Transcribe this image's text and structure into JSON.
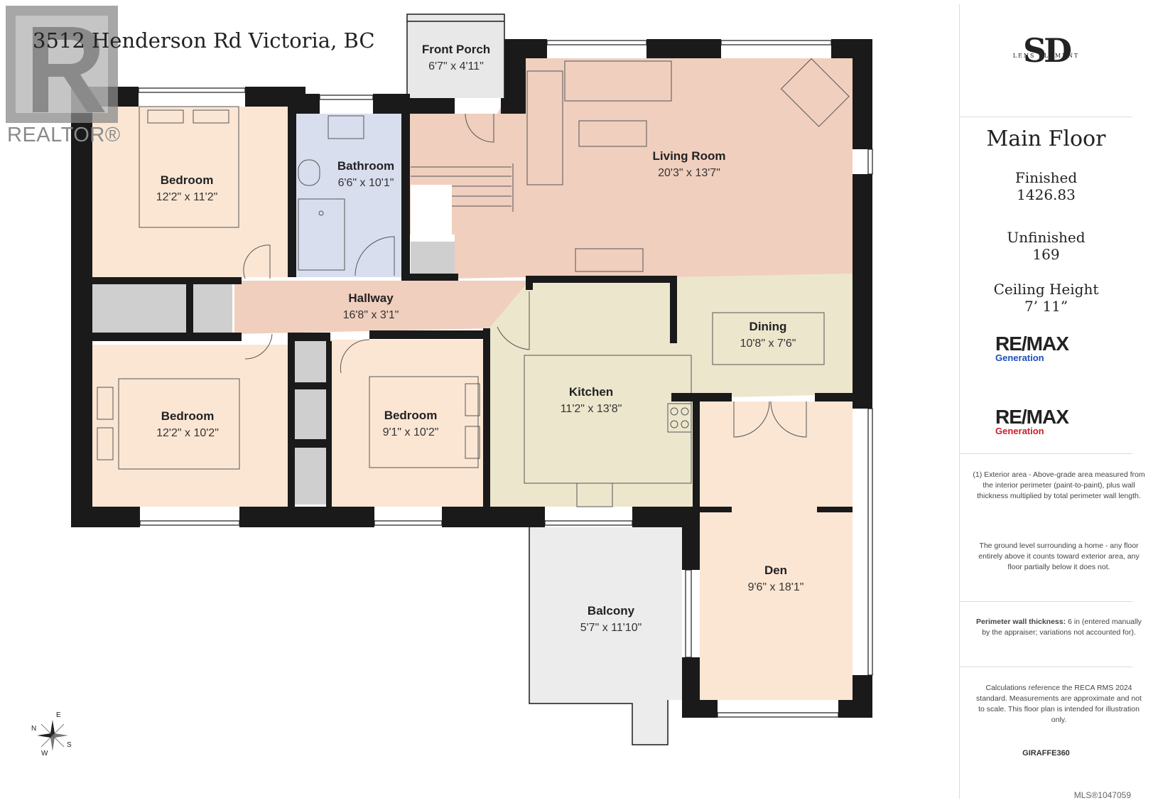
{
  "header": {
    "address": "3512 Henderson Rd Victoria, BC"
  },
  "realtor_logo": {
    "text": "REALTOR®"
  },
  "rooms": [
    {
      "id": "front-porch",
      "name": "Front Porch",
      "dims": "6'7\" x 4'11\""
    },
    {
      "id": "bathroom",
      "name": "Bathroom",
      "dims": "6'6\" x 10'1\""
    },
    {
      "id": "bedroom-1",
      "name": "Bedroom",
      "dims": "12'2\" x 11'2\""
    },
    {
      "id": "living-room",
      "name": "Living Room",
      "dims": "20'3\" x 13'7\""
    },
    {
      "id": "hallway",
      "name": "Hallway",
      "dims": "16'8\" x 3'1\""
    },
    {
      "id": "dining",
      "name": "Dining",
      "dims": "10'8\" x 7'6\""
    },
    {
      "id": "kitchen",
      "name": "Kitchen",
      "dims": "11'2\" x 13'8\""
    },
    {
      "id": "bedroom-2",
      "name": "Bedroom",
      "dims": "12'2\" x 10'2\""
    },
    {
      "id": "bedroom-3",
      "name": "Bedroom",
      "dims": "9'1\" x 10'2\""
    },
    {
      "id": "den",
      "name": "Den",
      "dims": "9'6\" x 18'1\""
    },
    {
      "id": "balcony",
      "name": "Balcony",
      "dims": "5'7\" x 11'10\""
    }
  ],
  "sidebar": {
    "brand_letters": "SD",
    "brand_name": "LENS ELEMENT",
    "floor_title": "Main Floor",
    "stats": [
      {
        "label": "Finished",
        "value": "1426.83"
      },
      {
        "label": "Unfinished",
        "value": "169"
      },
      {
        "label": "Ceiling Height",
        "value": "7’ 11”"
      }
    ],
    "remax": [
      {
        "word": "RE/MAX",
        "sub": "Generation"
      },
      {
        "word": "RE/MAX",
        "sub": "Generation"
      }
    ],
    "note1": "(1) Exterior area - Above-grade area measured from the interior perimeter (paint-to-paint), plus wall thickness multiplied by total perimeter wall length.",
    "note2": "The ground level surrounding a home - any floor entirely above it counts toward exterior area, any floor partially below it does not.",
    "note3_bold": "Perimeter wall thickness:",
    "note3_rest": "6 in (entered manually by the appraiser; variations not accounted for).",
    "note4": "Calculations reference the RECA RMS 2024 standard. Measurements are approximate and not to scale. This floor plan is intended for illustration only.",
    "giraffe": "GIRAFFE360"
  },
  "compass": {
    "n": "N",
    "e": "E",
    "s": "S",
    "w": "W"
  },
  "mls": "MLS®1047059",
  "colors": {
    "wall": "#1a1a1a",
    "bedroom": "#fbe6d4",
    "bathroom": "#d9deee",
    "living": "#f0cfbe",
    "kitchen": "#ece6cd",
    "den": "#fbe6d4",
    "balcony": "#ececec",
    "closet": "#cfcfcf",
    "porch": "#e8e8e8"
  }
}
